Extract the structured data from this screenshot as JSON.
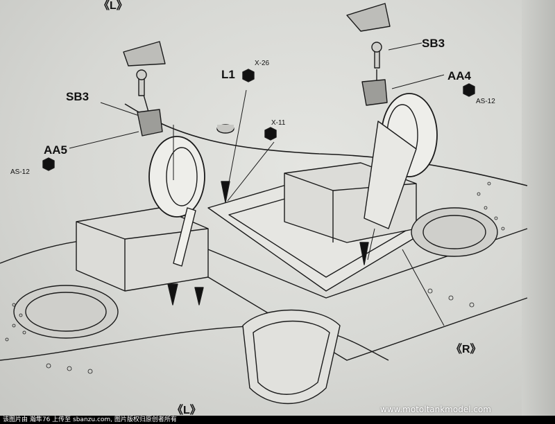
{
  "labels": {
    "l_top": "《L》",
    "r_bottom": "《R》",
    "l_bottom": "《L》",
    "sb3_left": "SB3",
    "sb3_right": "SB3",
    "aa5": "AA5",
    "aa4": "AA4",
    "l1": "L1",
    "x26": "X-26",
    "x11": "X-11",
    "as12_left": "AS-12",
    "as12_right": "AS-12"
  },
  "watermark": "www.motoltankmodel.com",
  "footer": {
    "left": "该图片由 瀚隼76 上传至 sbanzu.com, 图片版权归原创者所有"
  }
}
